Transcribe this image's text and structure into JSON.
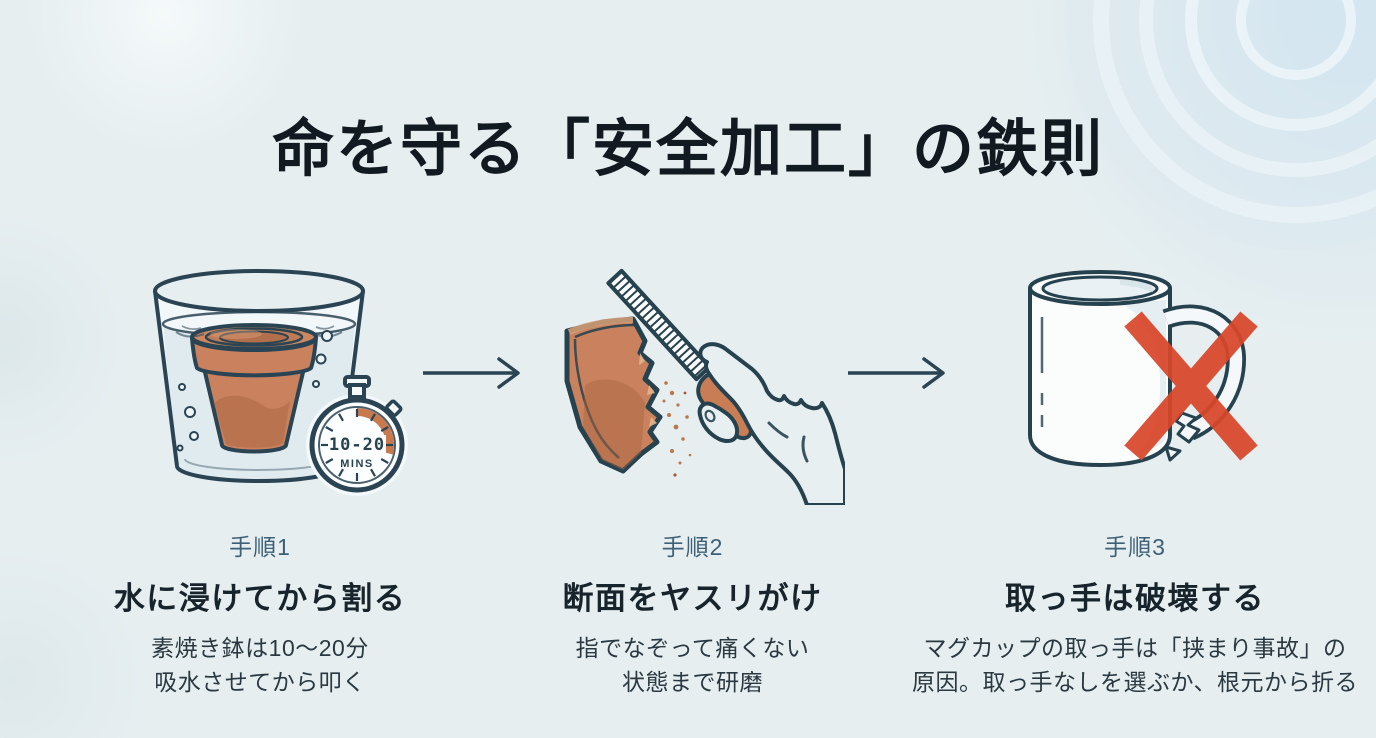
{
  "title": "命を守る「安全加工」の鉄則",
  "colors": {
    "background": "#e6eef0",
    "outline_navy": "#2a4454",
    "terracotta": "#c9825d",
    "accent_orange": "#c8794e",
    "prohibition_red": "#d9472a",
    "step_label": "#3d6076",
    "heading_text": "#18242c",
    "body_text": "#2a3941"
  },
  "steps": [
    {
      "label": "手順1",
      "heading": "水に浸けてから割る",
      "desc_line1": "素焼き鉢は10〜20分",
      "desc_line2": "吸水させてから叩く",
      "illustration": "terracotta-pot-soaking-in-glass-of-water",
      "timer": {
        "value": "10-20",
        "unit": "MINS"
      }
    },
    {
      "label": "手順2",
      "heading": "断面をヤスリがけ",
      "desc_line1": "指でなぞって痛くない",
      "desc_line2": "状態まで研磨",
      "illustration": "hand-filing-broken-pot-shard"
    },
    {
      "label": "手順3",
      "heading": "取っ手は破壊する",
      "desc_line1": "マグカップの取っ手は「挟まり事故」の",
      "desc_line2": "原因。取っ手なしを選ぶか、根元から折る",
      "illustration": "mug-with-handle-crossed-out"
    }
  ]
}
